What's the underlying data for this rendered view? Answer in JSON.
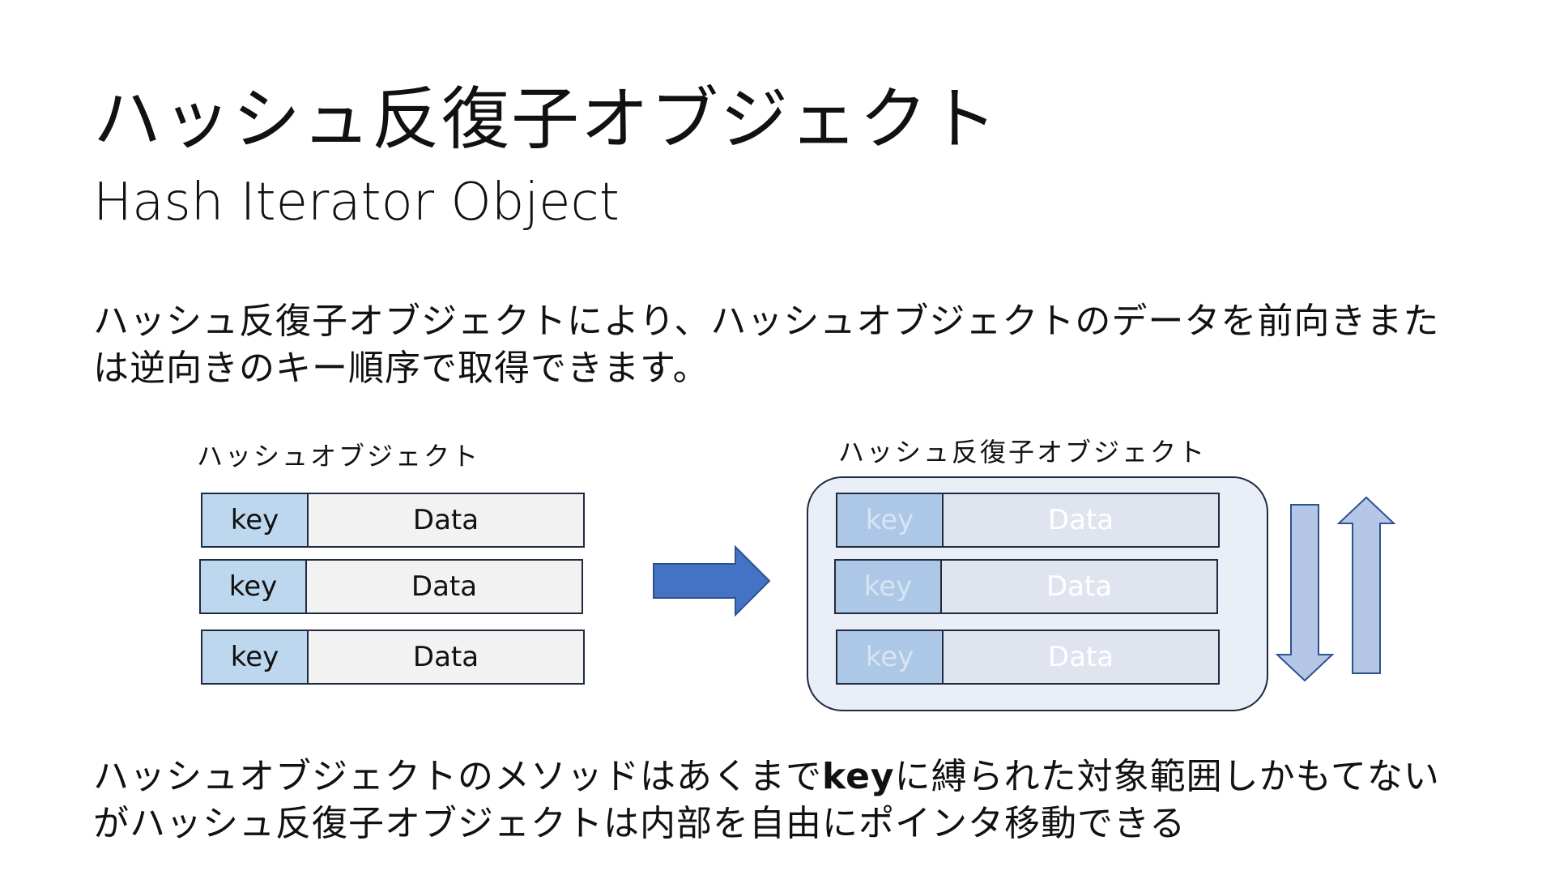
{
  "title": "ハッシュ反復子オブジェクト",
  "subtitle": "Hash Iterator Object",
  "description_top": "ハッシュ反復子オブジェクトにより、ハッシュオブジェクトのデータを前向きまたは逆向きのキー順序で取得できます。",
  "description_bottom": {
    "before": "ハッシュオブジェクトのメソッドはあくまで",
    "emphasis": "key",
    "after": "に縛られた対象範囲しかもてないがハッシュ反復子オブジェクトは内部を自由にポインタ移動できる"
  },
  "hash_object": {
    "label": "ハッシュオブジェクト",
    "rows": [
      {
        "key": "key",
        "value": "Data"
      },
      {
        "key": "key",
        "value": "Data"
      },
      {
        "key": "key",
        "value": "Data"
      }
    ]
  },
  "hash_iterator": {
    "label": "ハッシュ反復子オブジェクト",
    "rows": [
      {
        "key": "key",
        "value": "Data"
      },
      {
        "key": "key",
        "value": "Data"
      },
      {
        "key": "key",
        "value": "Data"
      }
    ]
  },
  "colors": {
    "key_fill": "#bdd7ee",
    "data_fill": "#f2f2f2",
    "arrow_fill": "#4472c4",
    "direction_arrow_fill": "#b4c7e7",
    "outline": "#1f2a40"
  },
  "icons": {
    "transform_arrow": "right-arrow-icon",
    "forward_arrow": "down-arrow-icon",
    "backward_arrow": "up-arrow-icon"
  }
}
